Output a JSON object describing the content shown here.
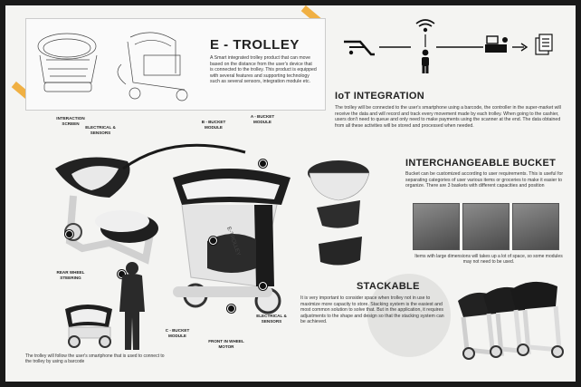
{
  "intro": {
    "title": "E - TROLLEY",
    "text": "A Smart integrated trolley product that can move based on the distance from the user's device that is connected to the trolley. This product is equipped with several features and supporting technology such as several sensors, integration module etc."
  },
  "iot": {
    "title": "IoT INTEGRATION",
    "text": "The trolley will be connected to the user's smartphone using a barcode, the controller in the super-market will receive the data and will record and track every movement made by each trolley. When going to the cashier, users don't need to queue and only need to make payments using the scanner at the end. The data obtained from all these activities will be stored and processed when needed."
  },
  "bucket": {
    "title": "INTERCHANGEABLE BUCKET",
    "text": "Bucket can be customized according to user requirements. This is useful for separating categories of user various items or groceries to make it easier to organize. There are 3 baskets with different capacities and position",
    "caption": "Items with large dimensions will takes up a lot of space, so some modules may not need to be used."
  },
  "stack": {
    "title": "STACKABLE",
    "text": "It is very important to consider space when trolley not in use to maximize more capacity to store. Stacking system is the easiest and most common solution to solve that. But in the application, it requires adjustments to the shape and design so that the stacking system can be achieved."
  },
  "labels": {
    "interaction": "INTERACTION SCREEN",
    "electrical_top": "ELECTRICAL & SENSORS",
    "b_bucket": "B - BUCKET MODULE",
    "a_bucket": "A - BUCKET MODULE",
    "rear_wheel": "REAR WHEEL STEERING",
    "c_bucket": "C - BUCKET MODULE",
    "front_wheel": "FRONT IN WHEEL MOTOR",
    "electrical_bottom": "ELECTRICAL & SENSORS"
  },
  "product_text": "E-TROLLEY",
  "follow_caption": "The trolley will follow the user's smartphone that is used to connect to the trolley by using a barcode",
  "icons": [
    "trolley-icon",
    "wifi-icon",
    "person-icon",
    "cashier-icon",
    "documents-icon"
  ],
  "colors": {
    "tape": "#f0a830",
    "dark": "#1b1b1b",
    "background": "#f4f4f2"
  }
}
